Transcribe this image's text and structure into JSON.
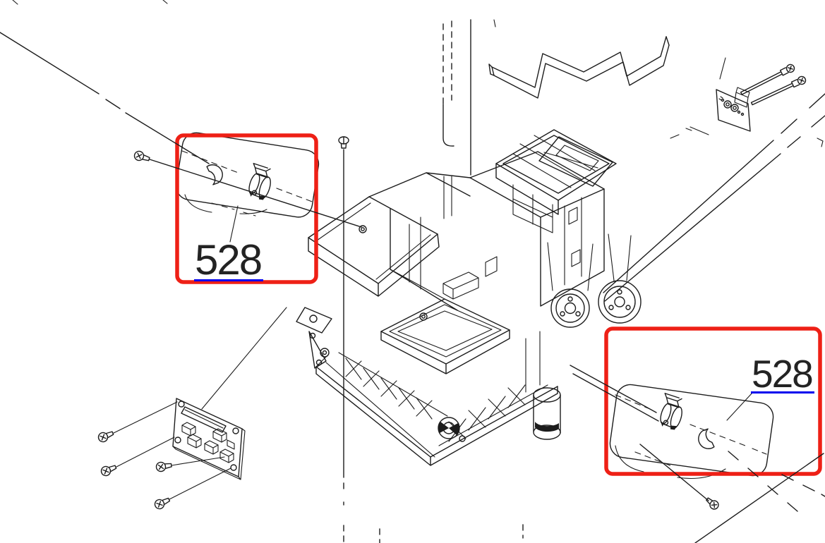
{
  "figure_type": "exploded-parts-diagram",
  "colors": {
    "background": "#ffffff",
    "line_black": "#1c1c1c",
    "callout_red": "#ee2016",
    "link_blue": "#0000ee",
    "label_text": "#232323"
  },
  "callouts": {
    "left": {
      "label": "528",
      "underlined": true
    },
    "right": {
      "label": "528",
      "underlined": true
    }
  },
  "icons": {
    "screw": "pan-head screw drawn as circle with cross slot and shaft",
    "machine-screw-long": "screw head with long double-line shaft",
    "circuit-board": "parallelogram board with connector blocks and corner holes",
    "cable-clamp": "open cylindrical clamp with mounting flange (highlighted part 528)",
    "half-moon-clip": "crescent shaped bushing half",
    "flex-cable-guide": "zigzag folded ribbon",
    "mount-plate": "rounded rectangular phantom plate with dashed axis lines",
    "printer-chassis": "isometric line-art printer mechanism with pulleys, truss lattice and basin"
  }
}
